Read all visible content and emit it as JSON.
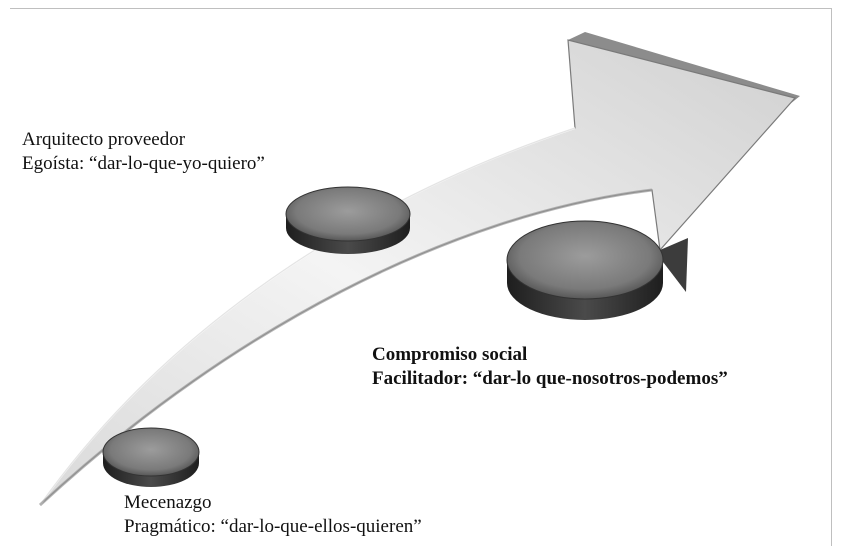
{
  "stages": [
    {
      "id": "mecenazgo",
      "title": "Mecenazgo",
      "subtitle": "Pragmático: “dar-lo-que-ellos-quieren”",
      "emphasis": "normal"
    },
    {
      "id": "arquitecto",
      "title": "Arquitecto proveedor",
      "subtitle": "Egoísta: “dar-lo-que-yo-quiero”",
      "emphasis": "normal"
    },
    {
      "id": "compromiso",
      "title": "Compromiso social",
      "subtitle": "Facilitador: “dar-lo que-nosotros-podemos”",
      "emphasis": "bold"
    }
  ],
  "colors": {
    "arrow_light": "#f2f2f2",
    "arrow_mid": "#cfcfcf",
    "arrow_shadow": "#555555",
    "disc_top": "#8a8a8a",
    "disc_side": "#2b2b2b",
    "text": "#111111",
    "frame": "#bfbfbf"
  }
}
